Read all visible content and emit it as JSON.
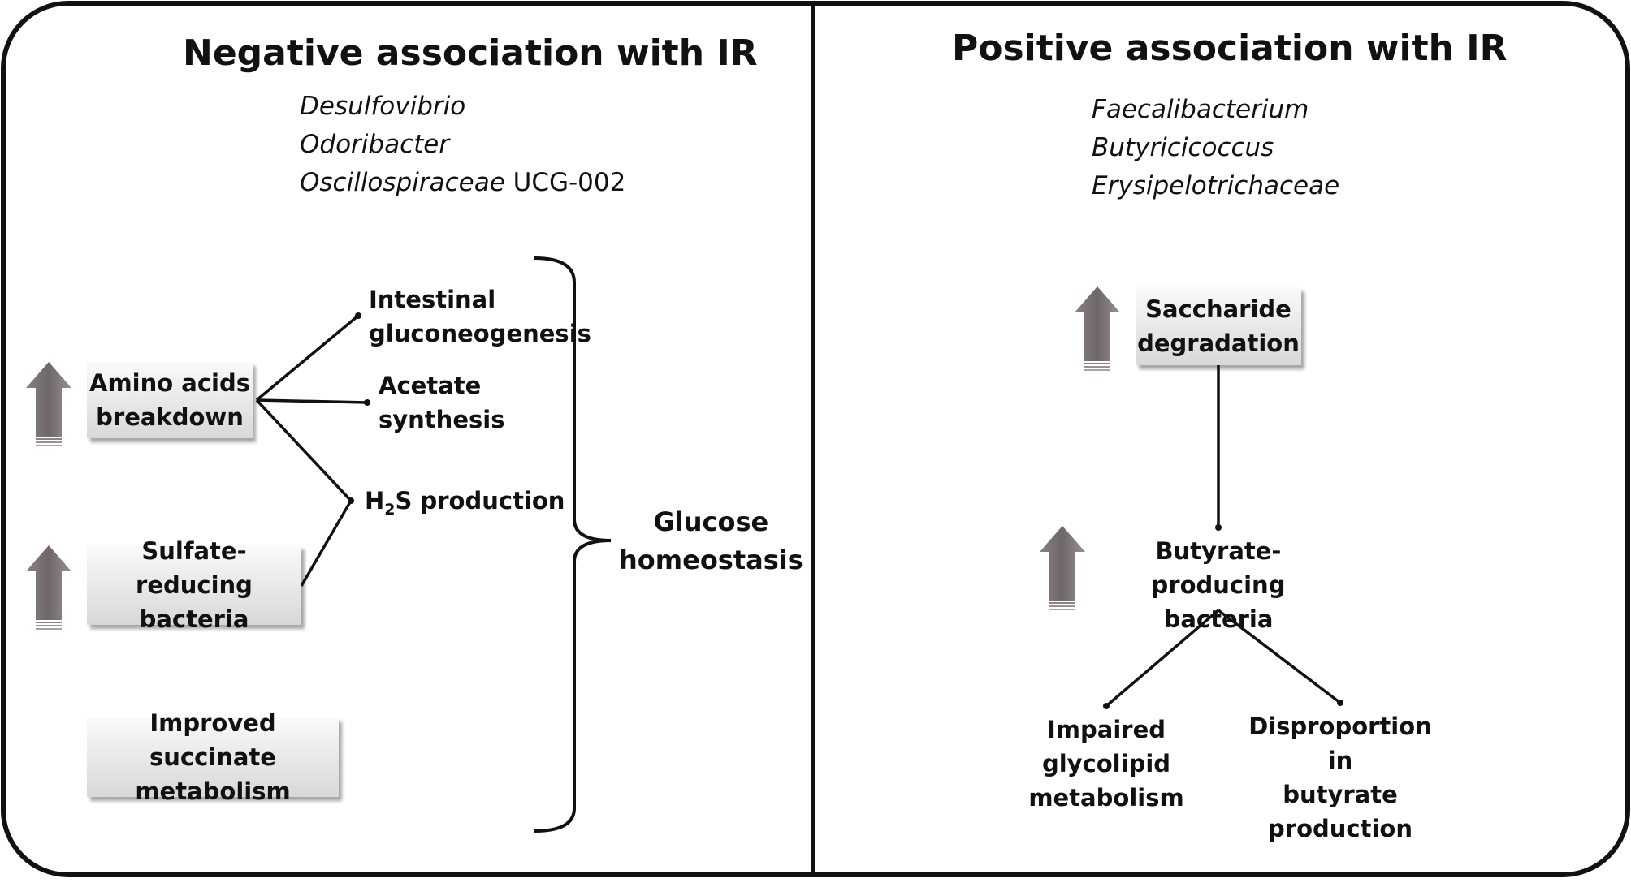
{
  "left_panel": {
    "title": "Negative association with IR",
    "taxa": [
      "Desulfovibrio",
      "Odoribacter",
      "Oscillospiraceae"
    ],
    "taxa_suffix": "UCG-002",
    "boxes": {
      "amino_acids": [
        "Amino acids",
        "breakdown"
      ],
      "sulfate_reducing": [
        "Sulfate-reducing",
        "bacteria"
      ],
      "succinate": [
        "Improved succinate",
        "metabolism"
      ]
    },
    "effects": {
      "gluconeogenesis": [
        "Intestinal",
        "gluconeogenesis"
      ],
      "acetate": [
        "Acetate",
        "synthesis"
      ],
      "h2s_prefix": "H",
      "h2s_sub": "2",
      "h2s_suffix": "S production"
    },
    "outcome": [
      "Glucose",
      "homeostasis"
    ]
  },
  "right_panel": {
    "title": "Positive association with IR",
    "taxa": [
      "Faecalibacterium",
      "Butyricicoccus",
      "Erysipelotrichaceae"
    ],
    "boxes": {
      "saccharide": [
        "Saccharide",
        "degradation"
      ]
    },
    "butyrate": [
      "Butyrate-producing",
      "bacteria"
    ],
    "effects": {
      "glycolipid": [
        "Impaired",
        "glycolipid",
        "metabolism"
      ],
      "disproportion": [
        "Disproportion in",
        "butyrate",
        "production"
      ]
    }
  },
  "colors": {
    "arrow": "#7a7272",
    "border": "#111111",
    "box_top": "#fafafa",
    "box_bottom": "#d8d8d8"
  }
}
